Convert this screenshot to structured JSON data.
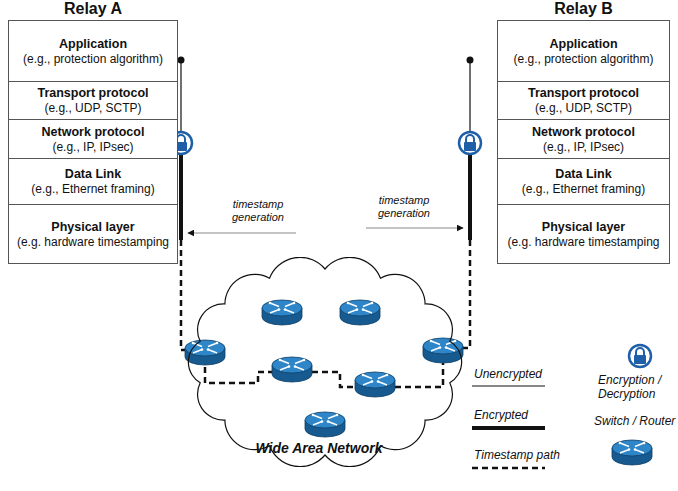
{
  "diagram": {
    "nodes": [
      {
        "text": [
          "Relay A"
        ]
      },
      {
        "text": [
          "Application",
          "(e.g., protection algorithm)"
        ],
        "in": 0
      },
      {
        "text": [
          "Transport protocol",
          "(e.g., UDP, SCTP)"
        ],
        "in": 0
      },
      {
        "text": [
          "Network protocol",
          "(e.g., IP, IPsec)"
        ],
        "in": 0
      },
      {
        "text": [
          "Data Link",
          "(e.g., Ethernet framing)"
        ],
        "in": 0
      },
      {
        "text": [
          "Physical layer",
          "(e.g. hardware timestamping"
        ],
        "in": 0
      },
      {
        "text": [
          "Relay B"
        ]
      },
      {
        "text": [
          "Application",
          "(e.g., protection algorithm)"
        ],
        "in": 6
      },
      {
        "text": [
          "Transport protocol",
          "(e.g., UDP, SCTP)"
        ],
        "in": 6
      },
      {
        "text": [
          "Network protocol",
          "(e.g., IP, IPsec)"
        ],
        "in": 6
      },
      {
        "text": [
          "Data Link",
          "(e.g., Ethernet framing)"
        ],
        "in": 6
      },
      {
        "text": [
          "Physical layer",
          "(e.g. hardware timestamping"
        ],
        "in": 6
      },
      {
        "text": [
          "Wide Area Network"
        ]
      }
    ],
    "labels": [
      "timestamp generation",
      "timestamp generation"
    ],
    "legend": [
      {
        "text": "Unencrypted"
      },
      {
        "text": "Encrypted"
      },
      {
        "text": "Timestamp path"
      },
      {
        "text": "Encryption / Decryption"
      },
      {
        "text": "Switch / Router"
      }
    ]
  }
}
